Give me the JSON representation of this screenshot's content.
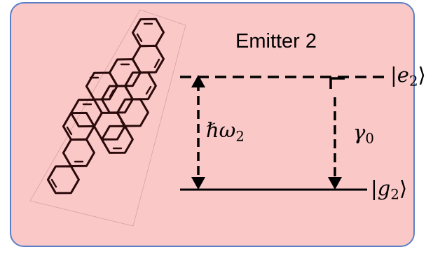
{
  "title": "Emitter 2",
  "levels": {
    "excited": {
      "symbol": "e",
      "subscript": "2"
    },
    "ground": {
      "symbol": "g",
      "subscript": "2"
    }
  },
  "transitions": {
    "energy": {
      "symbol": "ℏω",
      "subscript": "2"
    },
    "decay": {
      "symbol": "γ",
      "subscript": "0"
    }
  },
  "colors": {
    "panel_fill": "#fbc8c8",
    "panel_border": "#5b7fc6",
    "ink": "#000000"
  },
  "icons": [
    "molecule-icon"
  ]
}
